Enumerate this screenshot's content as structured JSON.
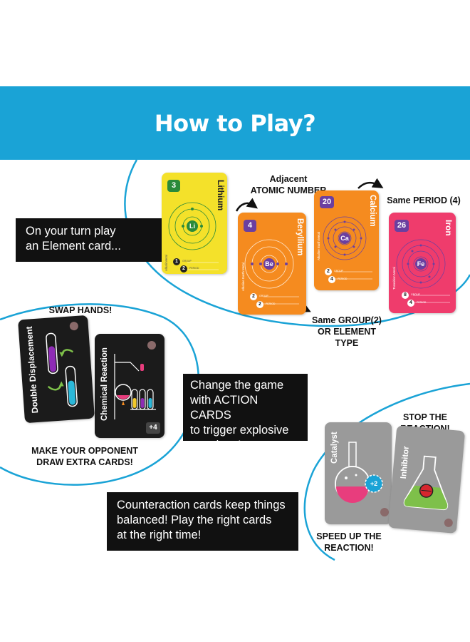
{
  "header": {
    "title": "How to Play?"
  },
  "colors": {
    "banner": "#1aa3d6",
    "lithium": "#f4e12a",
    "beryllium": "#f58b1f",
    "calcium": "#f58b1f",
    "iron": "#ef3c6c",
    "action_card": "#1b1b1b",
    "counter_card": "#9a9a9a",
    "badge_purple": "#6b3fa0"
  },
  "intro": {
    "line1": "On your turn play",
    "line2": "an Element card..."
  },
  "annotations": {
    "adjacent": {
      "line1": "Adjacent",
      "line2": "ATOMIC NUMBER"
    },
    "same_period": "Same PERIOD (4)",
    "same_group": {
      "line1": "Same GROUP(2)",
      "line2": "OR ELEMENT TYPE"
    },
    "swap_hands": "SWAP HANDS!",
    "draw_extra": {
      "line1": "MAKE YOUR OPPONENT",
      "line2": "DRAW EXTRA CARDS!"
    },
    "stop_reaction": {
      "line1": "STOP THE",
      "line2": "REACTION!"
    },
    "speed_up": {
      "line1": "SPEED UP THE",
      "line2": "REACTION!"
    }
  },
  "element_cards": [
    {
      "name": "Lithium",
      "number": "3",
      "symbol": "Li",
      "type": "Alkali Metal",
      "group": "1",
      "period": "2"
    },
    {
      "name": "Beryllium",
      "number": "4",
      "symbol": "Be",
      "type": "Alkaline Earth Metal",
      "group": "2",
      "period": "2"
    },
    {
      "name": "Calcium",
      "number": "20",
      "symbol": "Ca",
      "type": "Alkaline Earth Metal",
      "group": "2",
      "period": "4"
    },
    {
      "name": "Iron",
      "number": "26",
      "symbol": "Fe",
      "type": "Transition Metal",
      "group": "8",
      "period": "4"
    }
  ],
  "card_field_labels": {
    "group": "GROUP",
    "period": "PERIOD"
  },
  "action_section": {
    "text": {
      "line1": "Change the game",
      "line2": "with ACTION CARDS",
      "line3": "to trigger explosive",
      "line4": "reactions!"
    },
    "cards": [
      {
        "name": "Double Displacement"
      },
      {
        "name": "Chemical Reaction",
        "badge": "+4"
      }
    ]
  },
  "counter_section": {
    "text": {
      "line1": "Counteraction cards keep things",
      "line2": "balanced! Play the right cards",
      "line3": "at the right time!"
    },
    "cards": [
      {
        "name": "Catalyst",
        "badge": "+2"
      },
      {
        "name": "Inhibitor"
      }
    ]
  }
}
